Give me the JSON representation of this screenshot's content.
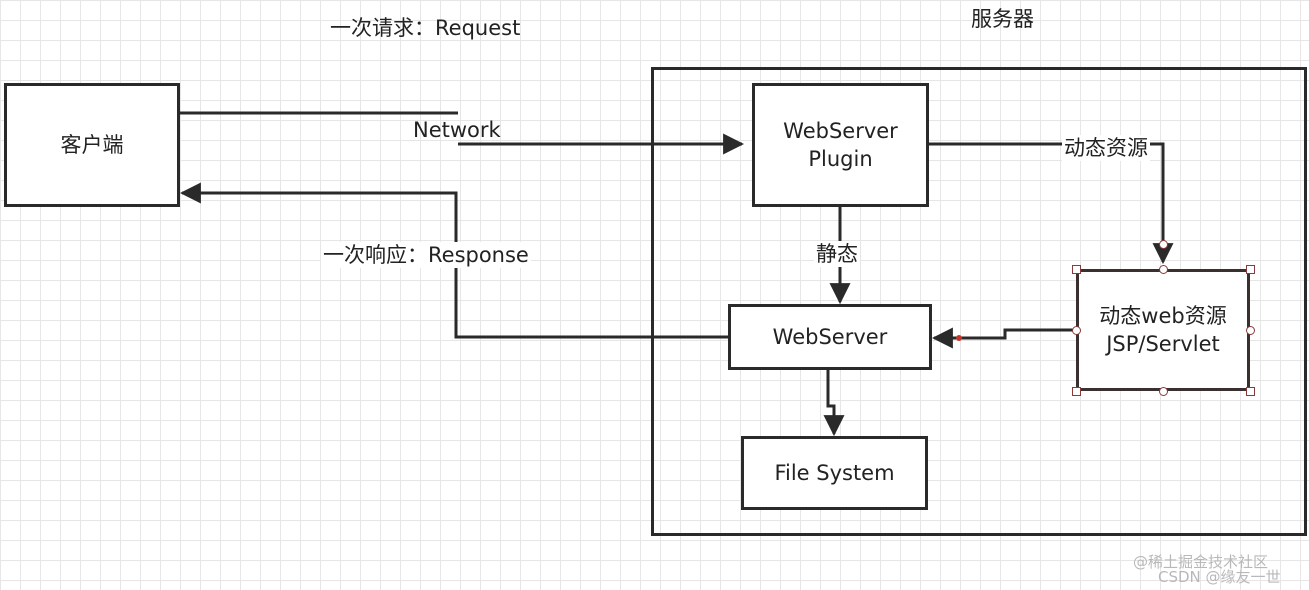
{
  "diagram": {
    "server_title": "服务器",
    "request_label": "一次请求：Request",
    "response_label": "一次响应：Response",
    "network_label": "Network",
    "client": {
      "label": "客户端"
    },
    "plugin": {
      "line1": "WebServer",
      "line2": "Plugin"
    },
    "webserver": {
      "label": "WebServer"
    },
    "filesystem": {
      "label": "File System"
    },
    "dynamic": {
      "line1": "动态web资源",
      "line2": "JSP/Servlet"
    },
    "edge_dynamic": "动态资源",
    "edge_static": "静态"
  },
  "watermark": {
    "line1": "@稀土掘金技术社区",
    "line2": "CSDN @缘友一世"
  },
  "colors": {
    "stroke": "#2a2a2a",
    "selection_handle": "#8a3a3a",
    "grid": "#e6e6e6"
  }
}
